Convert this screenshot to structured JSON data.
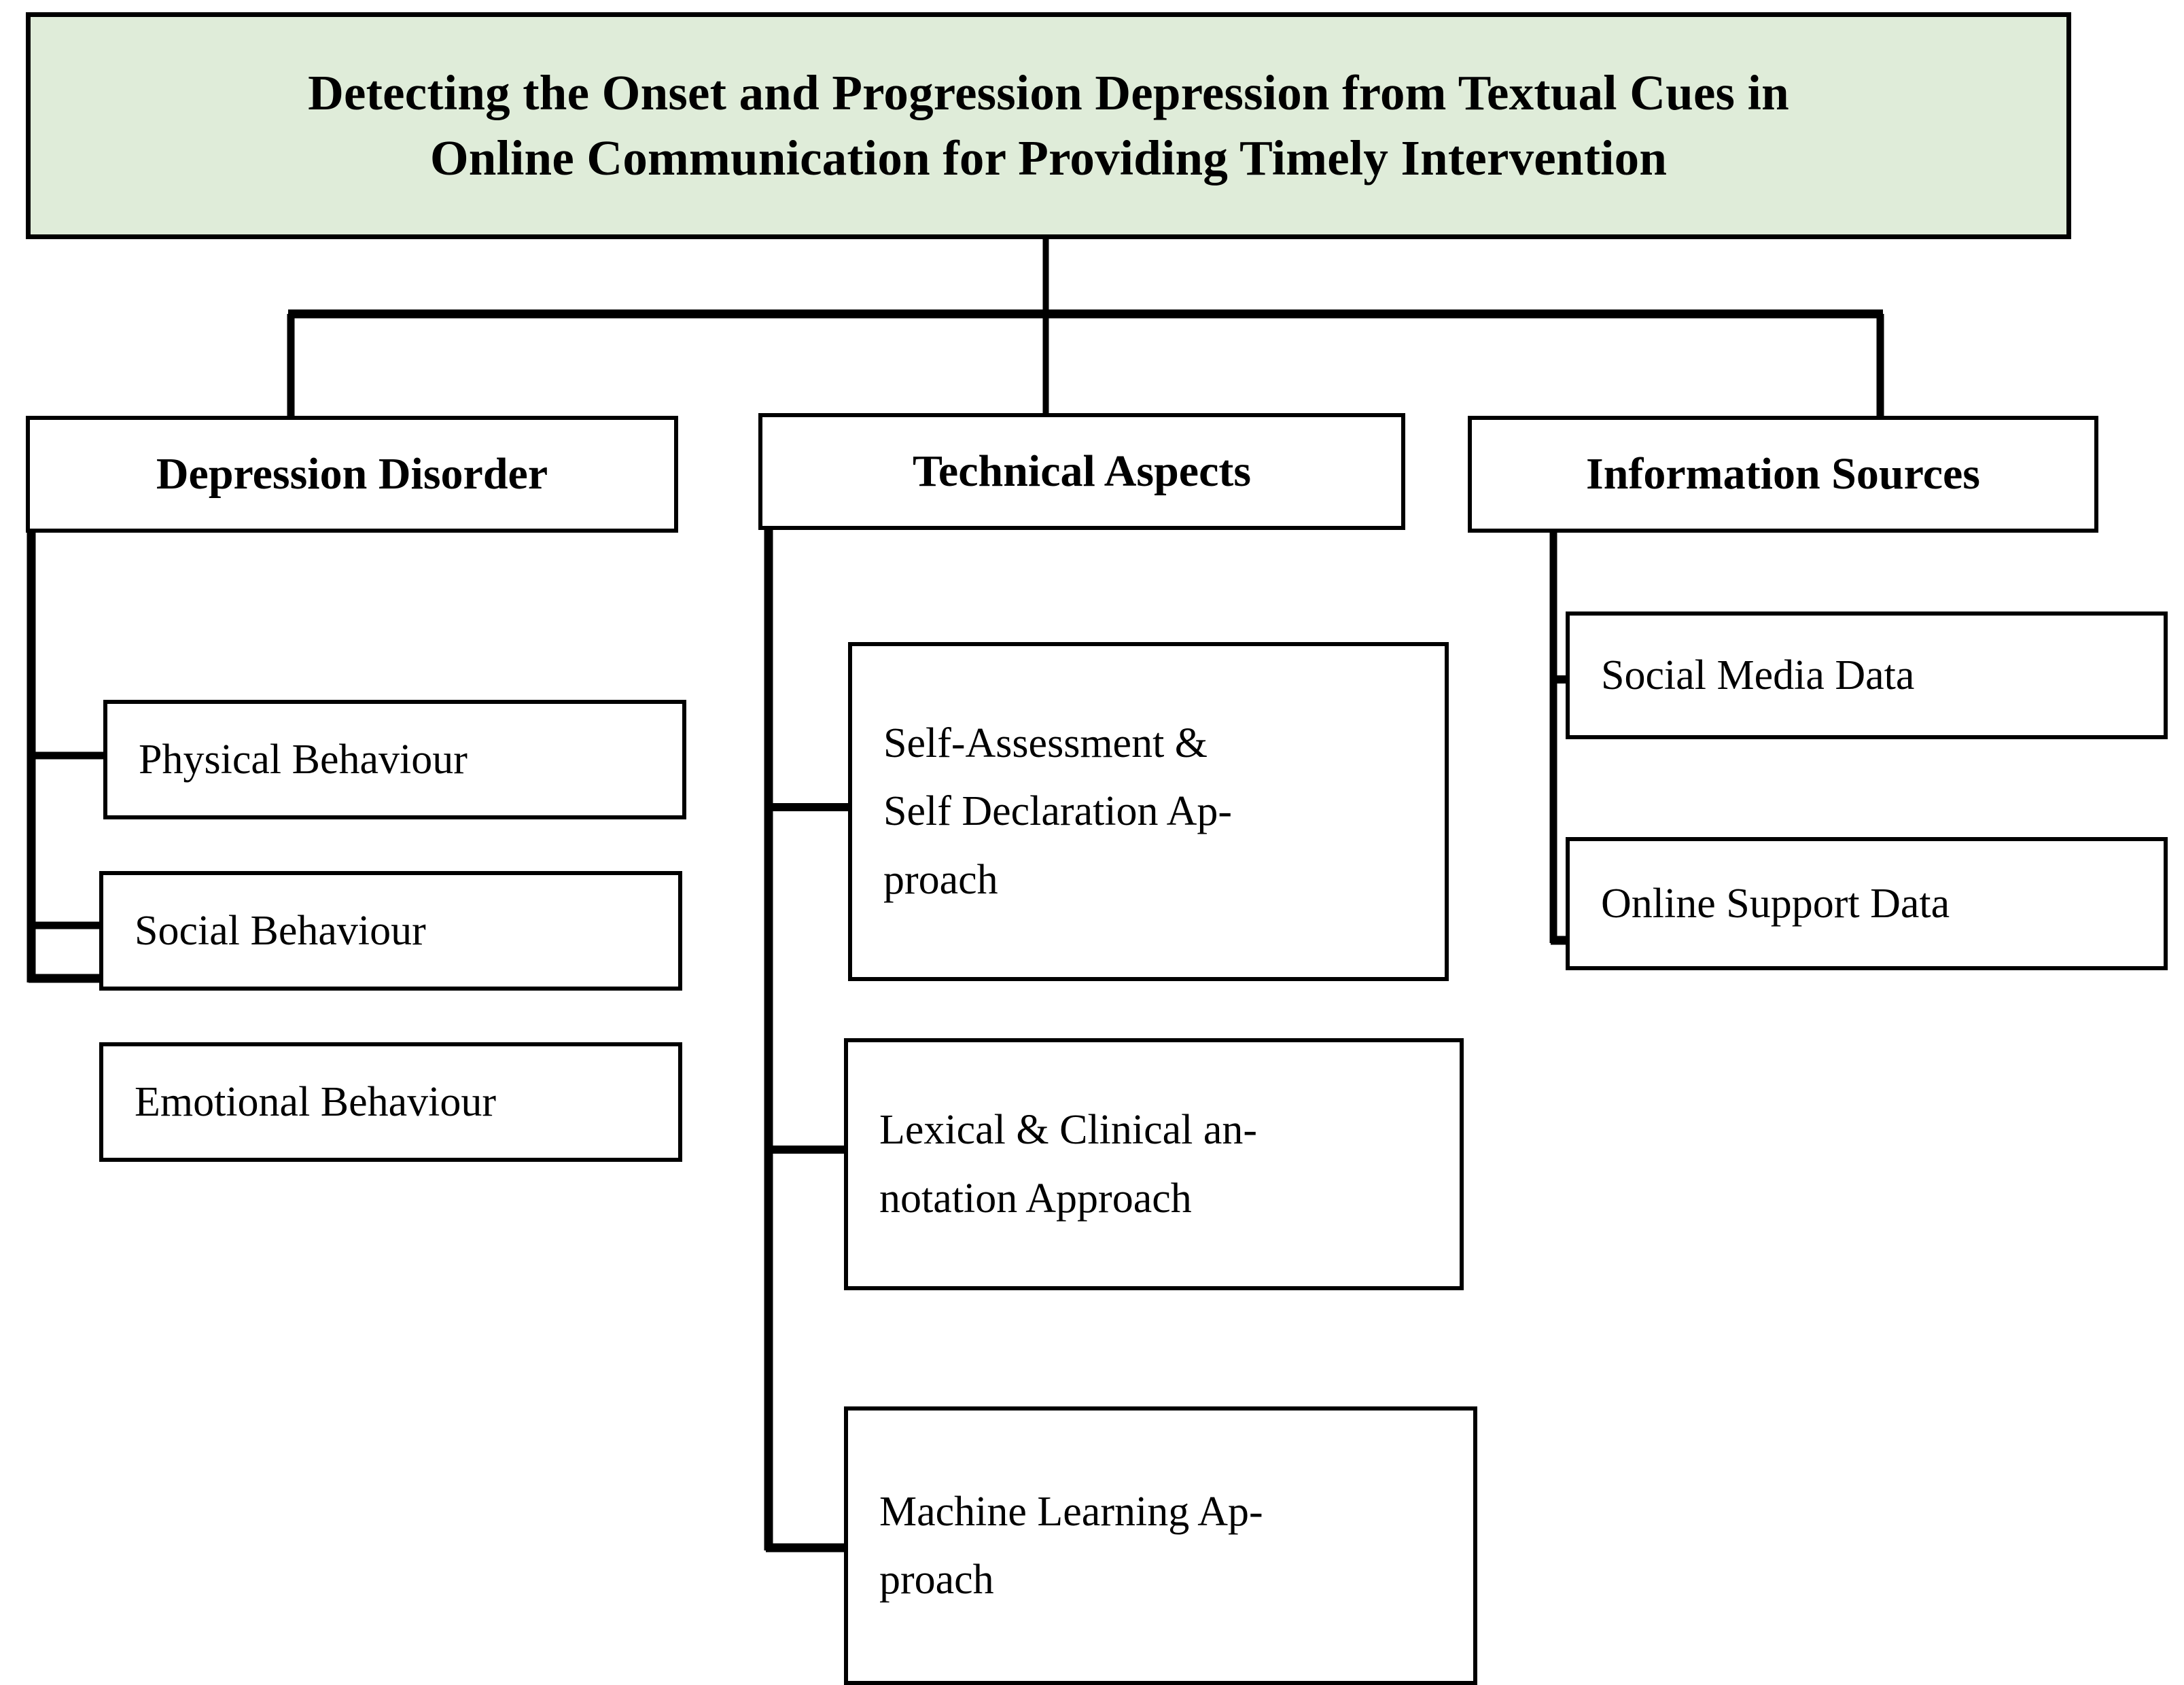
{
  "diagram": {
    "type": "hierarchy-tree",
    "title_box": {
      "label": "Detecting the Onset and Progression Depression from Textual Cues in Online Communication for Providing Timely Intervention",
      "line1": "Detecting the Onset and Progression Depression from Textual Cues in",
      "line2": "Online Communication for Providing Timely Intervention",
      "fill_color": "#dfecd9",
      "border_color": "#000000"
    },
    "branches": [
      {
        "label": "Depression Disorder",
        "children": [
          {
            "label": "Physical Behaviour"
          },
          {
            "label": "Social Behaviour"
          },
          {
            "label": "Emotional Behaviour"
          }
        ]
      },
      {
        "label": "Technical Aspects",
        "children": [
          {
            "label": "Self-Assessment &\nSelf Declaration Ap-\nproach"
          },
          {
            "label": "Lexical & Clinical an-\nnotation Approach"
          },
          {
            "label": "Machine Learning Ap-\nproach"
          }
        ]
      },
      {
        "label": "Information Sources",
        "children": [
          {
            "label": "Social Media Data"
          },
          {
            "label": "Online Support Data"
          }
        ]
      }
    ]
  }
}
